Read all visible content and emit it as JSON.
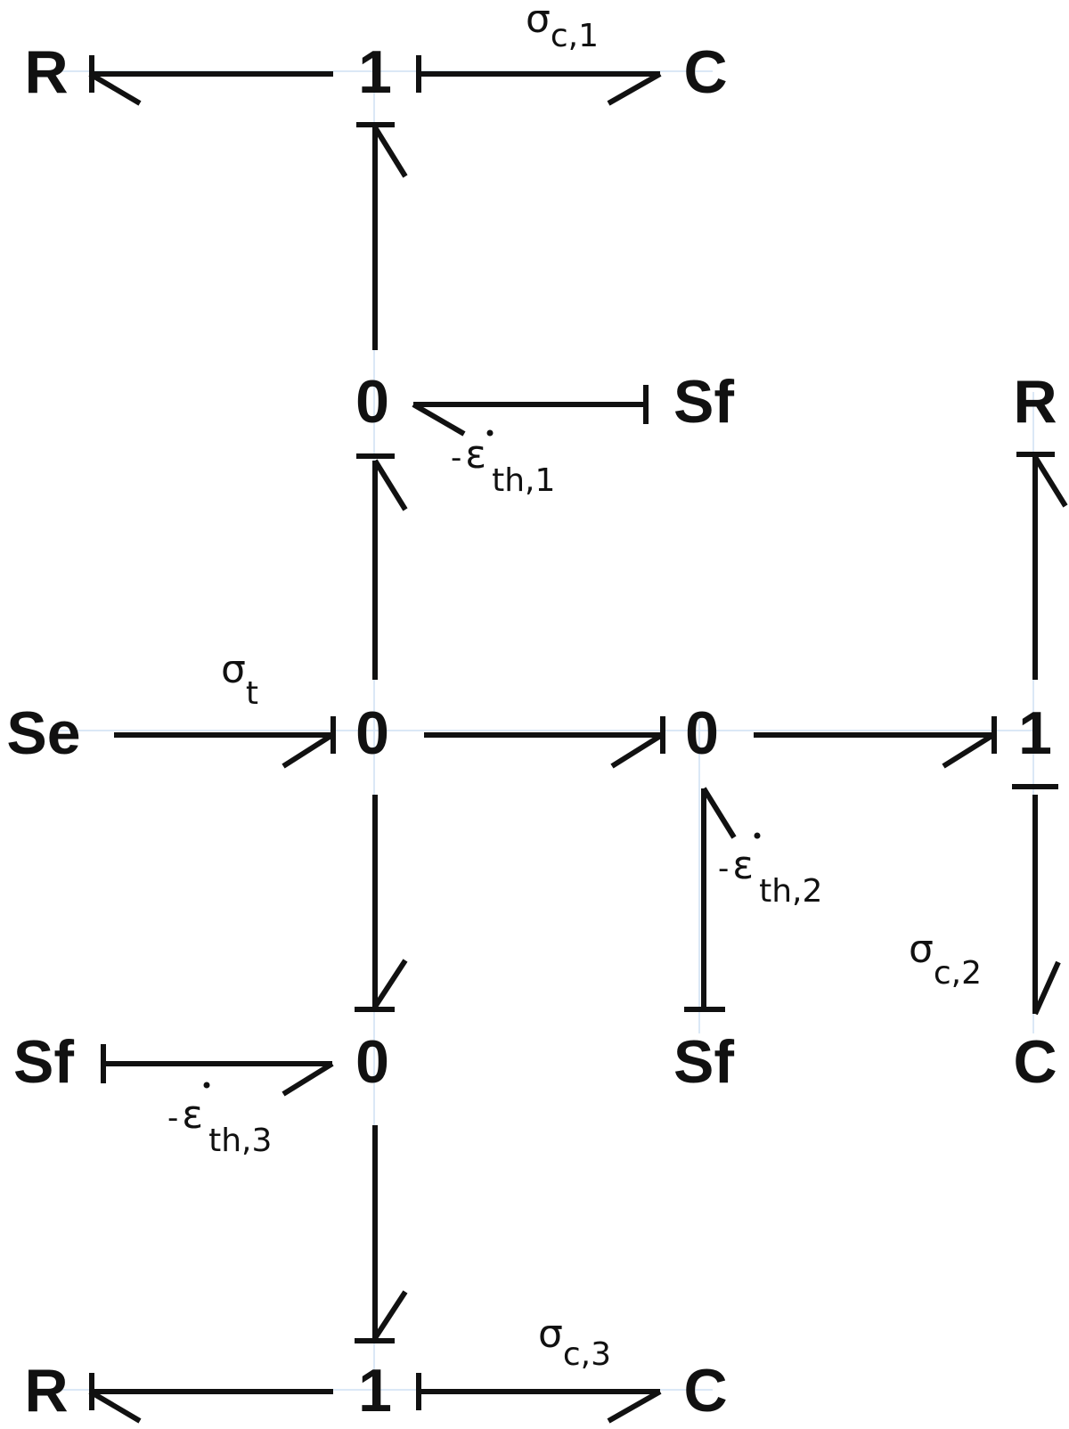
{
  "nodes": {
    "r_top": "R",
    "one_top": "1",
    "c_top": "C",
    "zero_upper": "0",
    "sf_upper": "Sf",
    "r_right": "R",
    "se": "Se",
    "zero_center": "0",
    "zero_mid": "0",
    "one_right": "1",
    "sf_left": "Sf",
    "zero_lower": "0",
    "sf_mid": "Sf",
    "c_right": "C",
    "r_bottom": "R",
    "one_bottom": "1",
    "c_bottom": "C"
  },
  "labels": {
    "sigma_c1": {
      "main": "σ",
      "sub": "c,1"
    },
    "sigma_t": {
      "main": "σ",
      "sub": "t"
    },
    "sigma_c2": {
      "main": "σ",
      "sub": "c,2"
    },
    "sigma_c3": {
      "main": "σ",
      "sub": "c,3"
    },
    "eps_th1": {
      "prefix": "-",
      "main": "ε",
      "sub": "th,1"
    },
    "eps_th2": {
      "prefix": "-",
      "main": "ε",
      "sub": "th,2"
    },
    "eps_th3": {
      "prefix": "-",
      "main": "ε",
      "sub": "th,3"
    }
  }
}
